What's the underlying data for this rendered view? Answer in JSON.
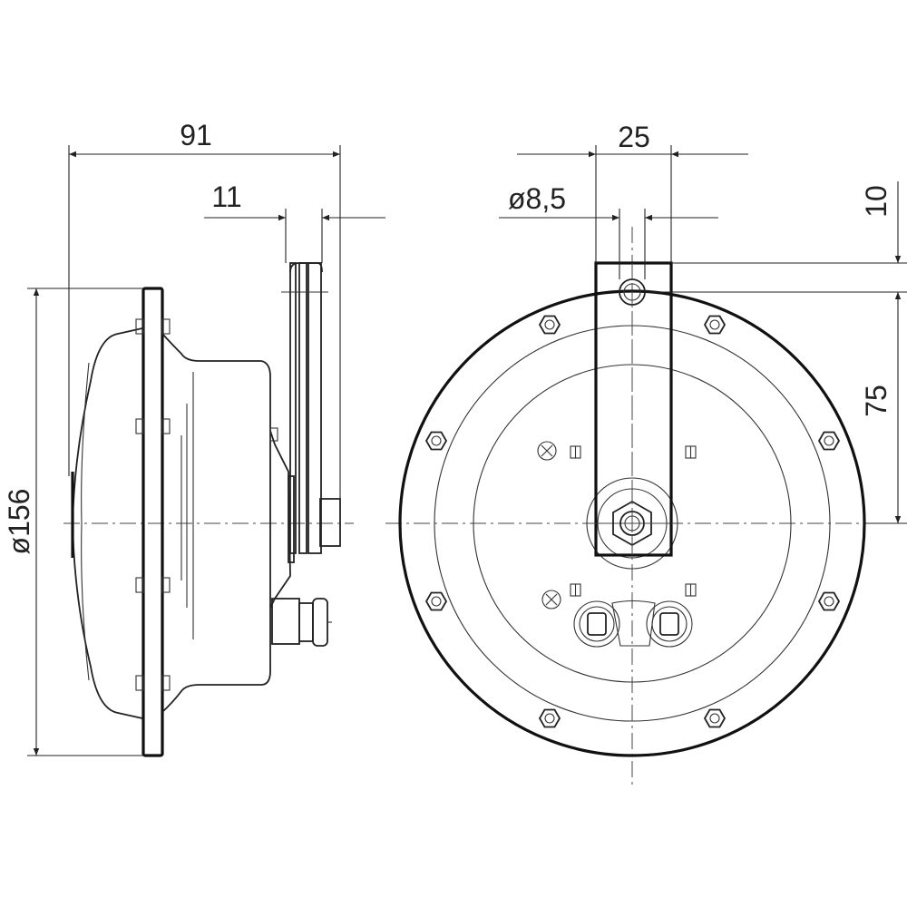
{
  "dimensions": {
    "overall_depth": "91",
    "bracket_offset": "11",
    "diameter": "ø156",
    "bracket_width": "25",
    "hole_diameter": "ø8,5",
    "hole_offset": "10",
    "hole_to_center": "75"
  },
  "colors": {
    "line": "#222222",
    "background": "#ffffff"
  }
}
